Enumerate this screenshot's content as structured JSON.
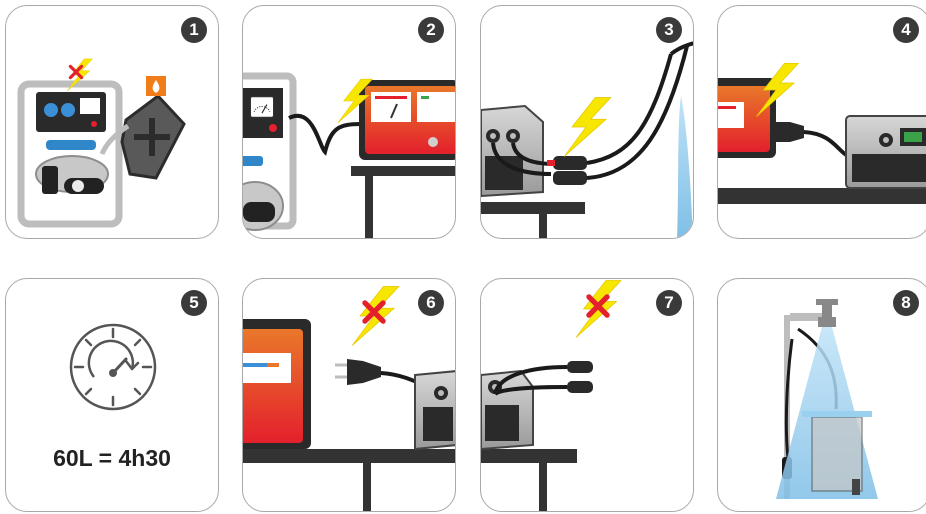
{
  "steps": [
    {
      "number": "1"
    },
    {
      "number": "2"
    },
    {
      "number": "3"
    },
    {
      "number": "4"
    },
    {
      "number": "5",
      "caption": "60L = 4h30"
    },
    {
      "number": "6"
    },
    {
      "number": "7"
    },
    {
      "number": "8"
    }
  ],
  "colors": {
    "panel_border": "#a9a9a9",
    "badge": "#3a3a3a",
    "lightning": "#f7e600",
    "warning_cross": "#e3202c",
    "device_red": "#e8323c",
    "device_orange": "#e9782a",
    "cable": "#1a1a1a",
    "water": "#9fd0ef",
    "table": "#333333",
    "fuel_label": "#f07d19"
  },
  "icons": [
    "generator-icon",
    "fuel-can-icon",
    "flame-icon",
    "lightning-icon",
    "cross-icon",
    "timer-icon",
    "plug-icon",
    "faucet-icon",
    "power-switch-icon"
  ]
}
